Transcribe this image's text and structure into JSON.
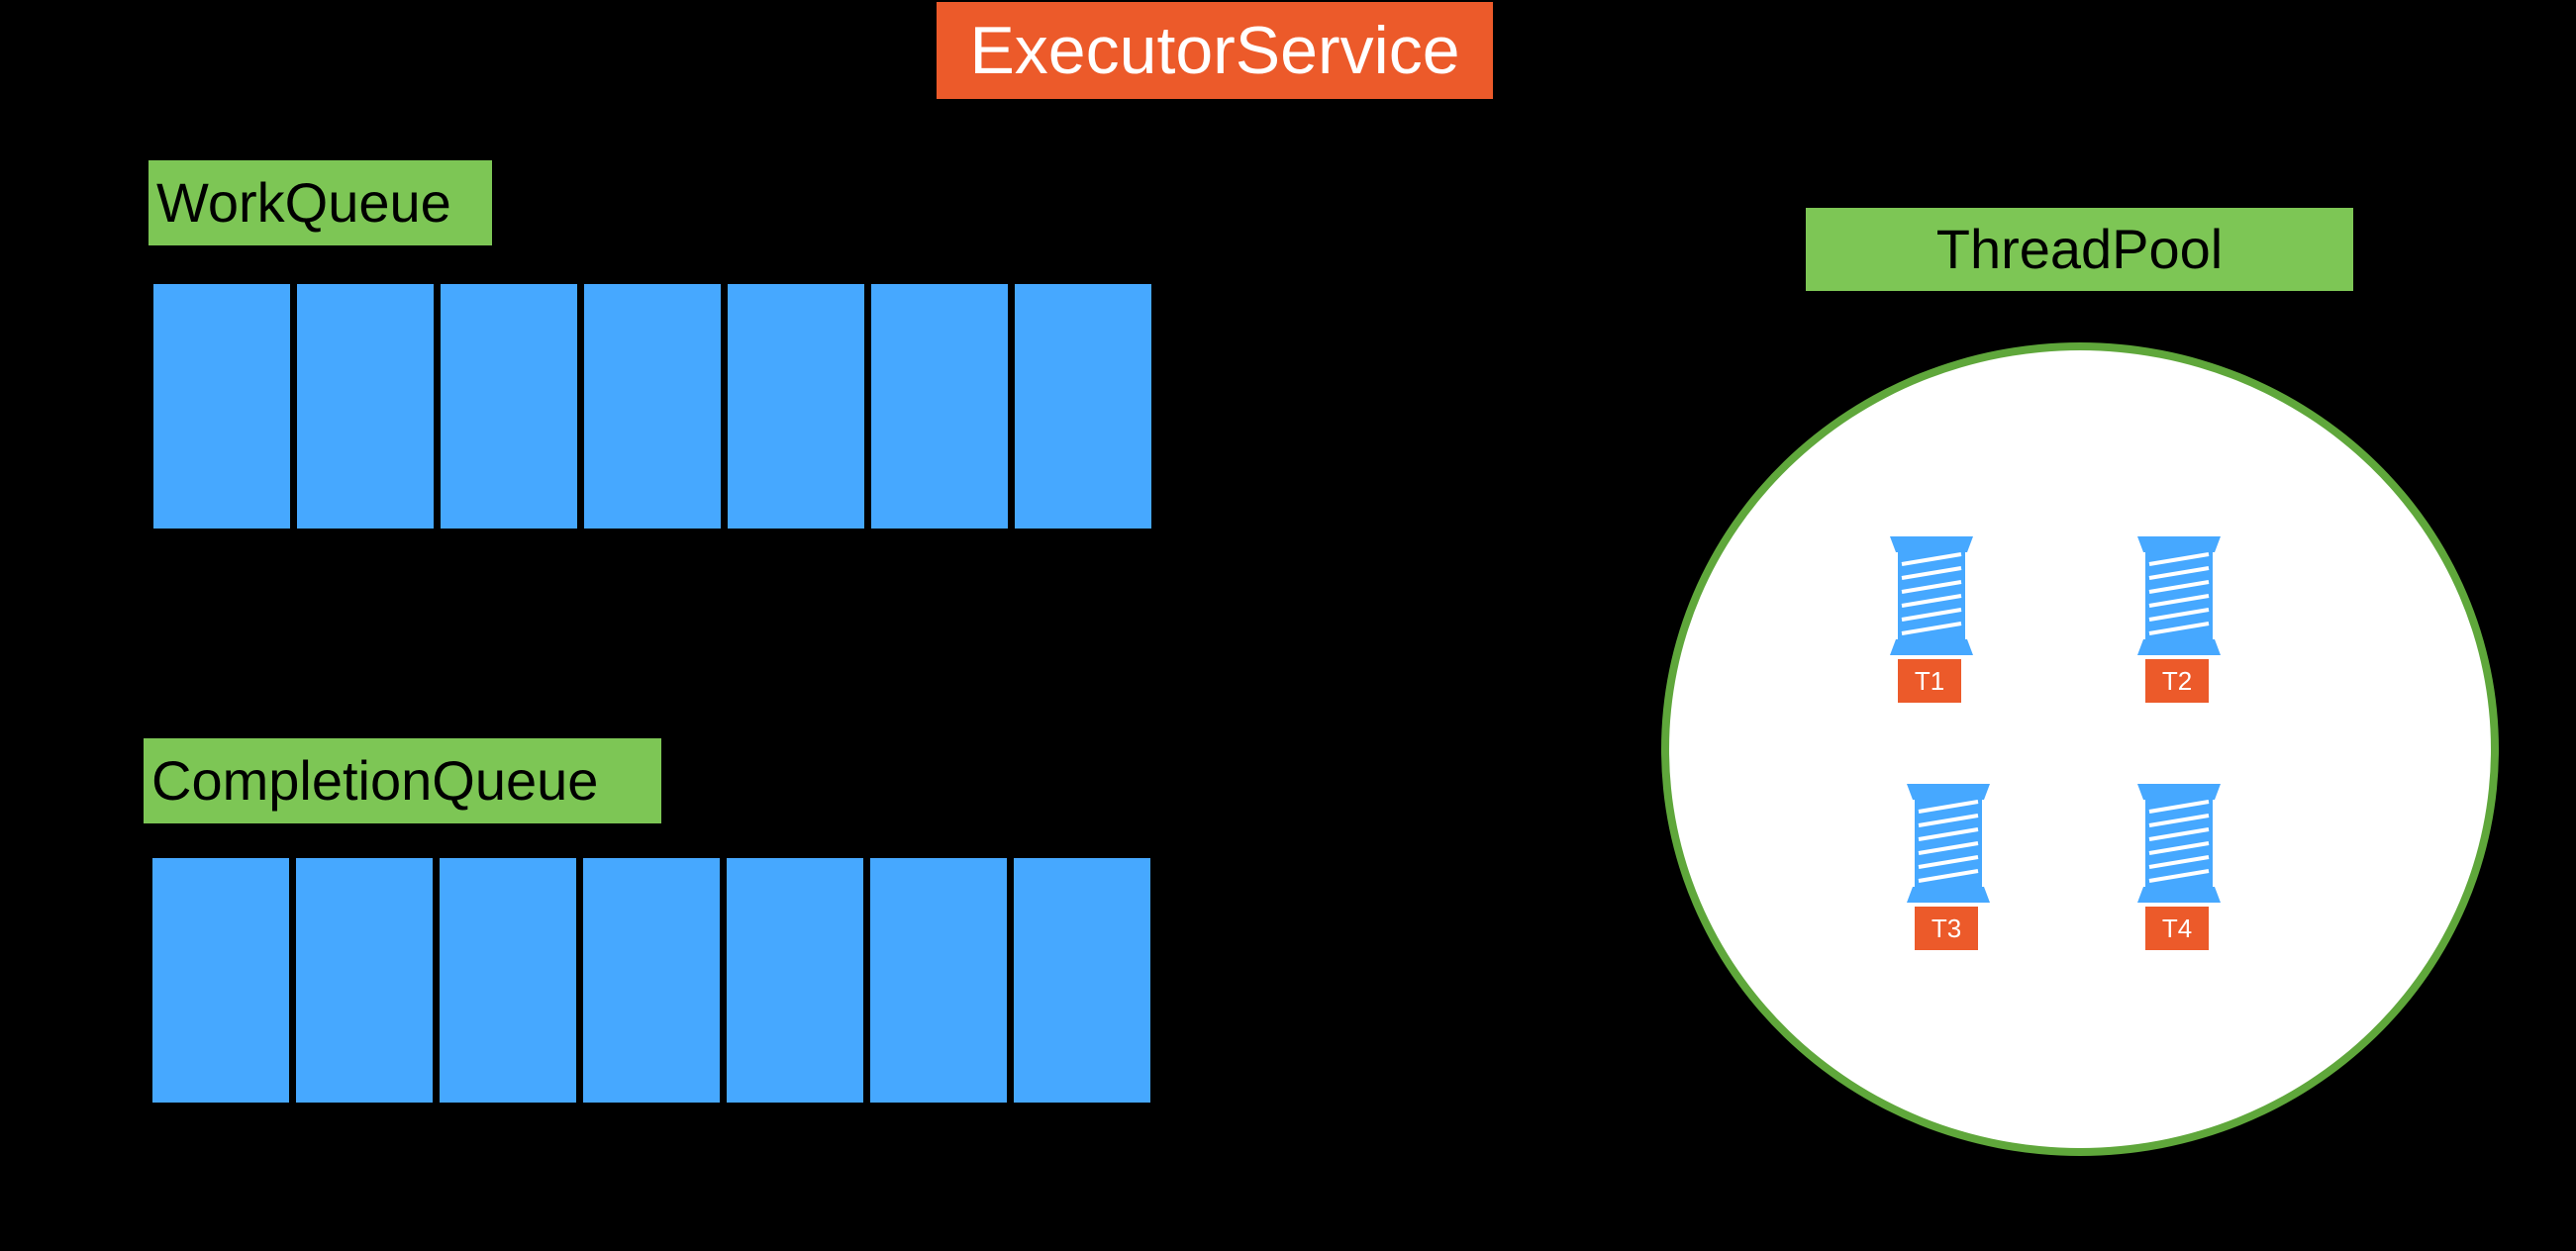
{
  "title": "ExecutorService",
  "work_queue": {
    "label": "WorkQueue",
    "slot_count": 7
  },
  "completion_queue": {
    "label": "CompletionQueue",
    "slot_count": 7
  },
  "thread_pool": {
    "label": "ThreadPool",
    "threads": [
      "T1",
      "T2",
      "T3",
      "T4"
    ]
  },
  "colors": {
    "background": "#000000",
    "title_bg": "#ec5a2a",
    "label_bg": "#7dc655",
    "slot": "#46a8ff",
    "pool_border": "#5fa73b",
    "thread_tag": "#ec5a2a",
    "spool": "#46a8ff"
  }
}
